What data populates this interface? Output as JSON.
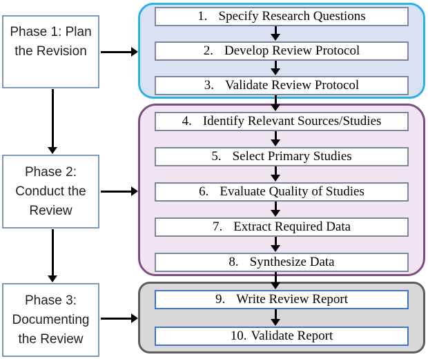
{
  "diagram": {
    "type": "flowchart",
    "phases": [
      {
        "lines": [
          "Phase 1: Plan",
          "the Revision"
        ]
      },
      {
        "lines": [
          "Phase 2:",
          "Conduct the",
          "Review"
        ]
      },
      {
        "lines": [
          "Phase 3:",
          "Documenting",
          "the Review"
        ]
      }
    ],
    "groups": [
      {
        "steps": [
          {
            "num": "1.",
            "label": "Specify Research Questions"
          },
          {
            "num": "2.",
            "label": "Develop Review Protocol"
          },
          {
            "num": "3.",
            "label": "Validate Review Protocol"
          }
        ]
      },
      {
        "steps": [
          {
            "num": "4.",
            "label": "Identify Relevant Sources/Studies"
          },
          {
            "num": "5.",
            "label": "Select Primary Studies"
          },
          {
            "num": "6.",
            "label": "Evaluate Quality of Studies"
          },
          {
            "num": "7.",
            "label": "Extract Required Data"
          },
          {
            "num": "8.",
            "label": "Synthesize Data"
          }
        ]
      },
      {
        "steps": [
          {
            "num": "9.",
            "label": "Write Review Report"
          },
          {
            "num": "10.",
            "label": "Validate Report"
          }
        ]
      }
    ],
    "colors": {
      "group1-border": "#29b2e8",
      "group1-fill": "#d9e1f3",
      "group2-border": "#7c4e7f",
      "group2-fill": "#f0e5f0",
      "group3-border": "#5c5c5c",
      "group3-fill": "#d8d8d8",
      "stepbox-border": "#7a8699",
      "stepbox-border-blue": "#4472c4",
      "phasebox-border": "#7e96b8",
      "arrow": "#000000"
    }
  }
}
